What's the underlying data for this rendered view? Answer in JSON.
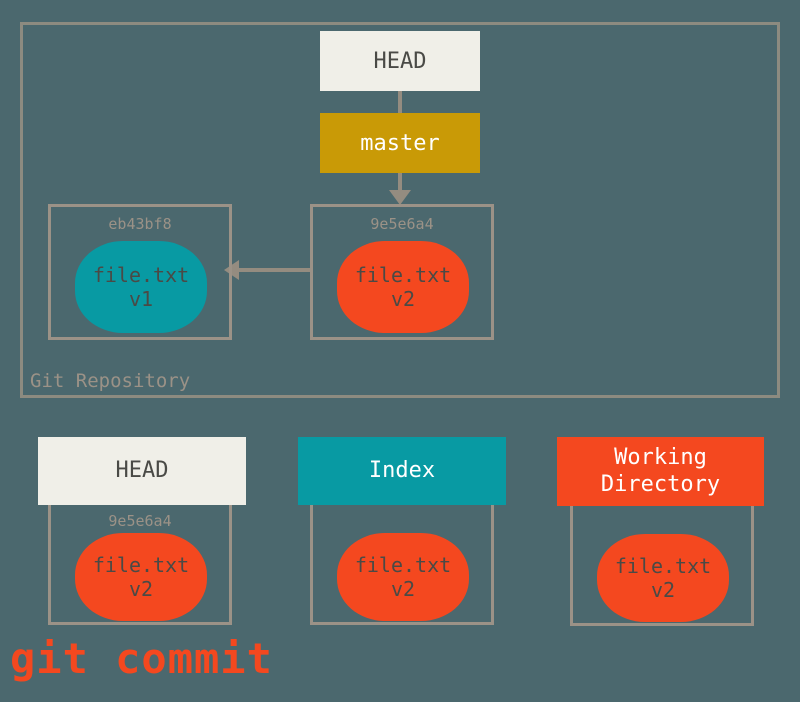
{
  "diagram": {
    "background_color": "#4b686e",
    "border_color": "#9b9287",
    "command_label": "git commit",
    "command_color": "#f4481f"
  },
  "repository": {
    "label": "Git Repository",
    "head_ref": {
      "label": "HEAD",
      "background": "#f0efe8",
      "text_color": "#4a4a46"
    },
    "branch_ref": {
      "label": "master",
      "background": "#c99a06",
      "text_color": "#ffffff"
    },
    "commits": [
      {
        "sha": "eb43bf8",
        "file_name": "file.txt",
        "version": "v1",
        "blob_color": "#089aa3"
      },
      {
        "sha": "9e5e6a4",
        "file_name": "file.txt",
        "version": "v2",
        "blob_color": "#f4481f"
      }
    ]
  },
  "areas": [
    {
      "title": "HEAD",
      "header_background": "#f0efe8",
      "header_text_color": "#4a4a46",
      "sha": "9e5e6a4",
      "file_name": "file.txt",
      "version": "v2",
      "blob_color": "#f4481f"
    },
    {
      "title": "Index",
      "header_background": "#089aa3",
      "header_text_color": "#ffffff",
      "sha": "",
      "file_name": "file.txt",
      "version": "v2",
      "blob_color": "#f4481f"
    },
    {
      "title_line1": "Working",
      "title_line2": "Directory",
      "header_background": "#f4481f",
      "header_text_color": "#ffffff",
      "sha": "",
      "file_name": "file.txt",
      "version": "v2",
      "blob_color": "#f4481f"
    }
  ]
}
